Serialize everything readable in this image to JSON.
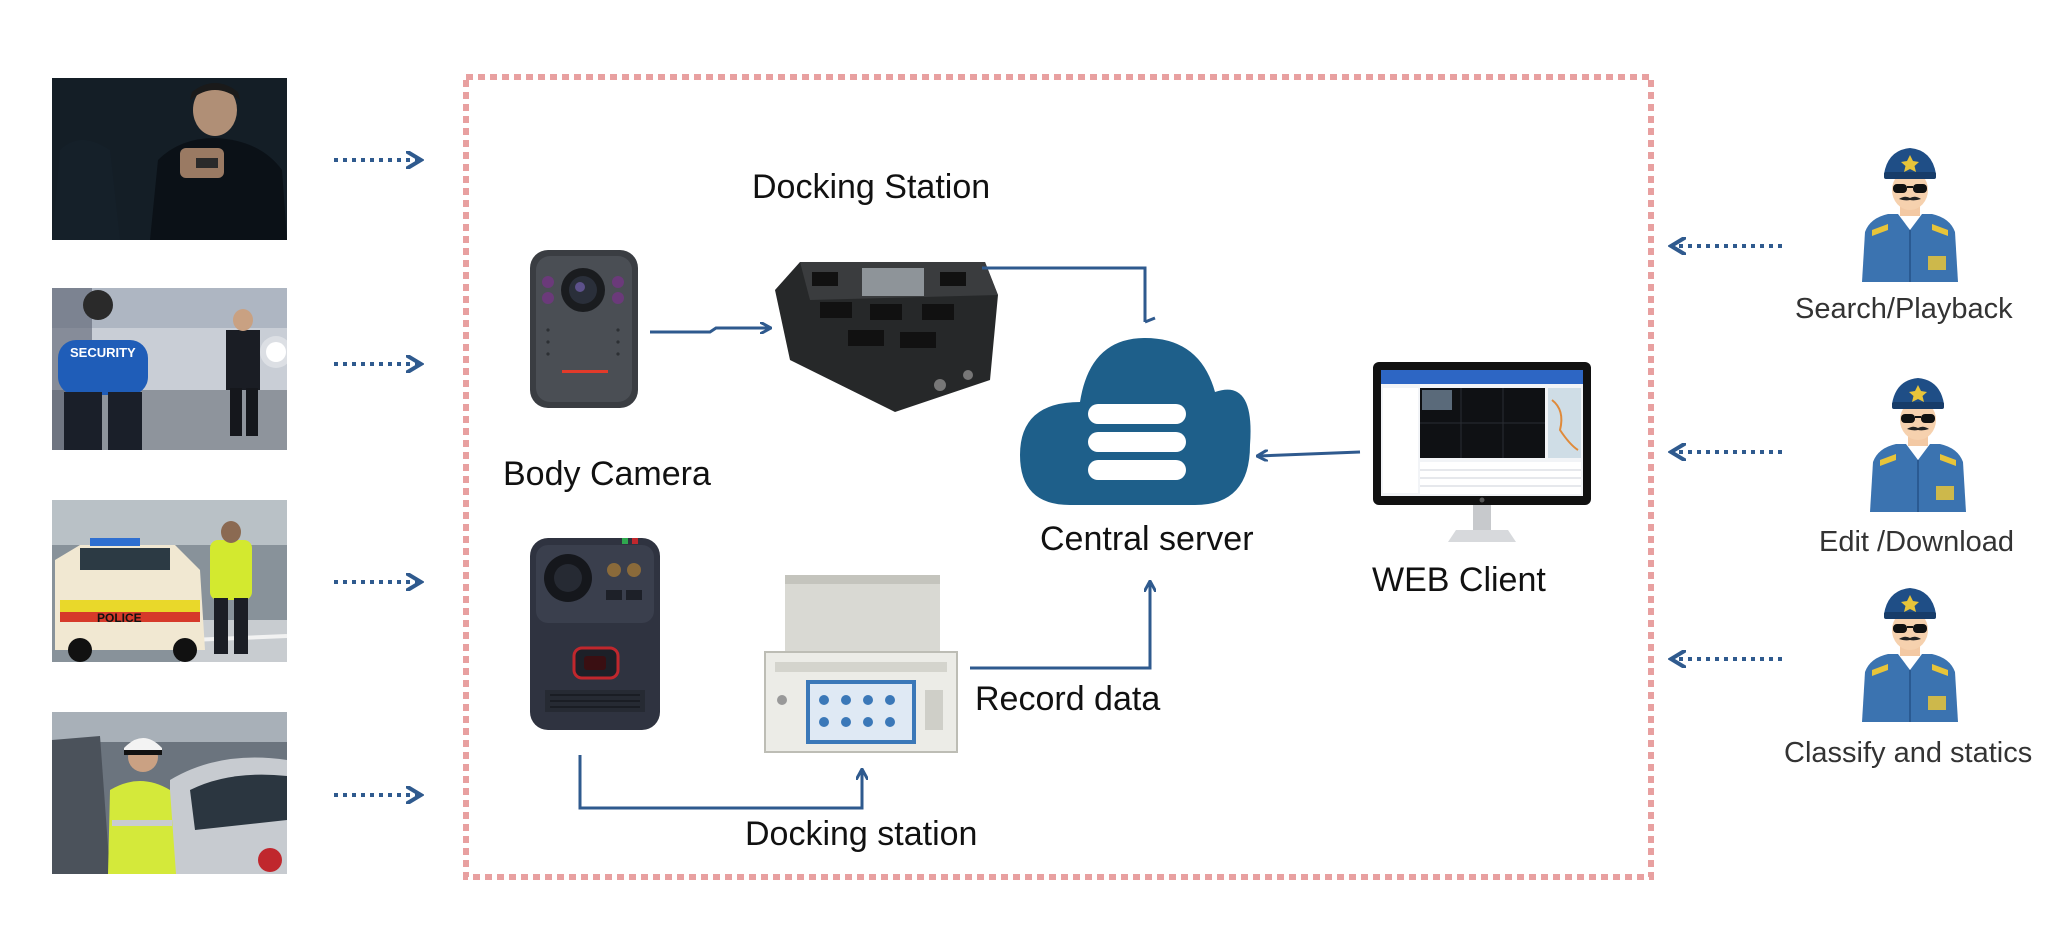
{
  "labels": {
    "docking_station_top": "Docking Station",
    "body_camera": "Body Camera",
    "central_server": "Central  server",
    "web_client": "WEB Client",
    "record_data": "Record data",
    "docking_station_bottom": "Docking station"
  },
  "roles": [
    {
      "label": "Search/Playback"
    },
    {
      "label": "Edit /Download"
    },
    {
      "label": "Classify and statics"
    }
  ],
  "photos": [
    {
      "badge": ""
    },
    {
      "badge": "SECURITY"
    },
    {
      "badge": "POLICE"
    },
    {
      "badge": ""
    }
  ],
  "colors": {
    "frame_border": "#e8a0a0",
    "arrow": "#2f5a8e",
    "cloud": "#1e5f8a",
    "officer": "#3b73b0"
  }
}
